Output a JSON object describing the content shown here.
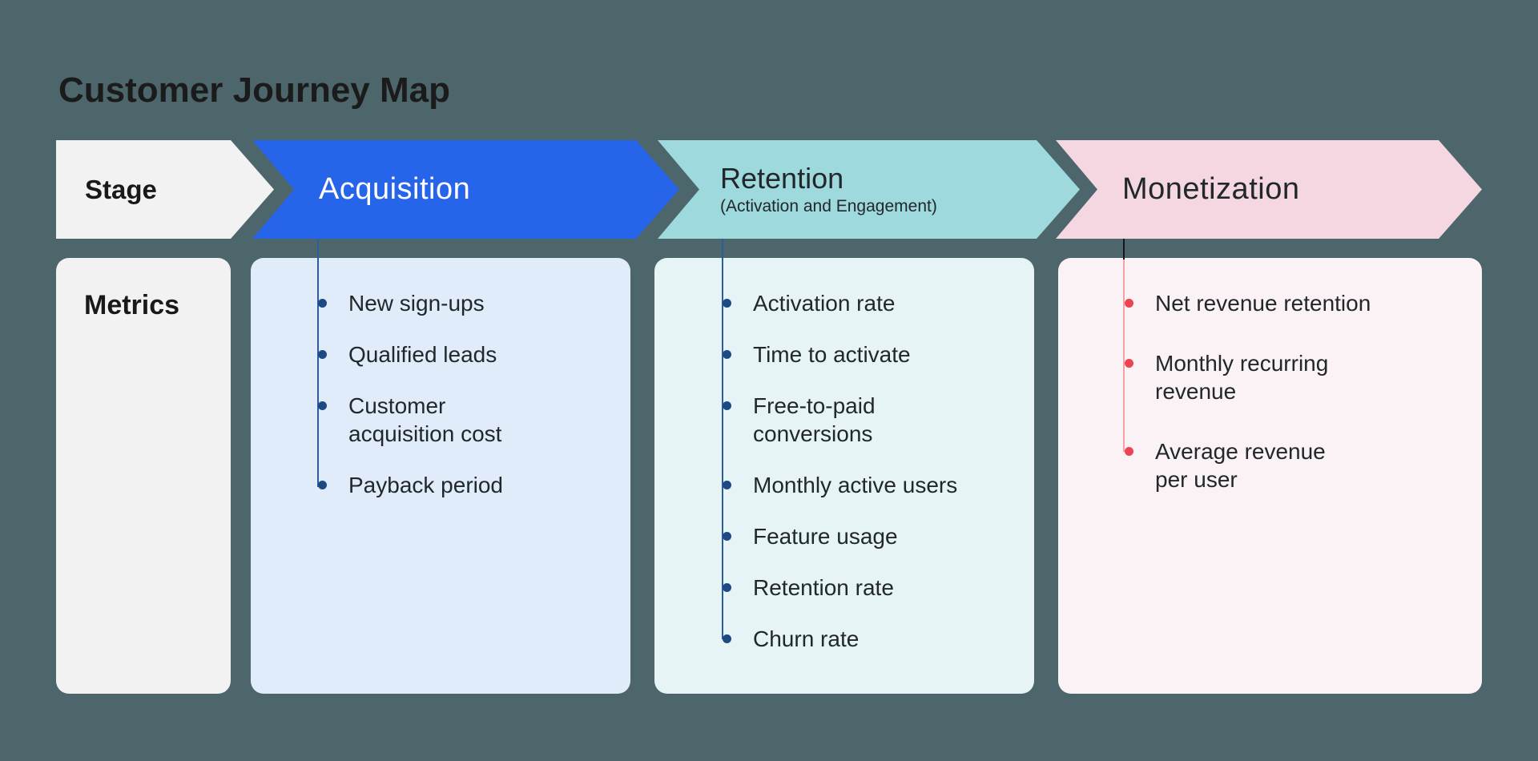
{
  "title": "Customer Journey Map",
  "row_headers": {
    "stage": "Stage",
    "metrics": "Metrics"
  },
  "stages": [
    {
      "label": "Acquisition",
      "subtitle": "",
      "metrics": [
        "New sign-ups",
        "Qualified leads",
        "Customer\nacquisition cost",
        "Payback period"
      ]
    },
    {
      "label": "Retention",
      "subtitle": "(Activation and Engagement)",
      "metrics": [
        "Activation rate",
        "Time to activate",
        "Free-to-paid\nconversions",
        "Monthly active users",
        "Feature usage",
        "Retention rate",
        "Churn rate"
      ]
    },
    {
      "label": "Monetization",
      "subtitle": "",
      "metrics": [
        "Net revenue retention",
        "Monthly recurring\nrevenue",
        "Average revenue\nper user"
      ]
    }
  ],
  "colors": {
    "background": "#4d666b",
    "acquisition_arrow": "#2664ea",
    "retention_arrow": "#9ed9de",
    "monetization_arrow": "#f4d7e1",
    "neutral_box": "#f2f2f2",
    "acquisition_card": "#e1ecfb",
    "retention_card": "#e7f4f5",
    "monetization_card": "#fbf2f6",
    "bullet_navy": "#1d4a85",
    "bullet_red": "#ee4255",
    "connector_navy": "#2e5d9e",
    "connector_pink": "#f59fa7",
    "connector_black": "#16161d",
    "heading_text": "#1b1b1b",
    "body_text": "#21272a"
  }
}
